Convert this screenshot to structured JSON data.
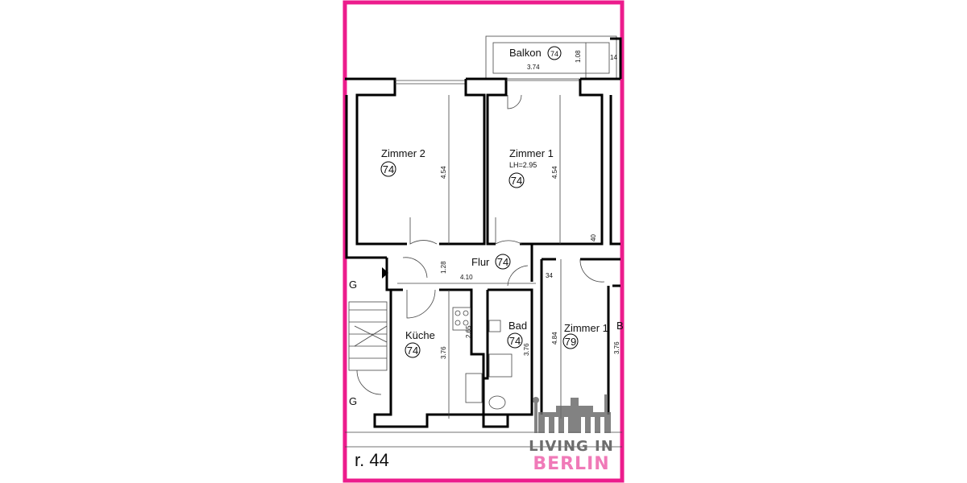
{
  "frame_color": "#ec1c8c",
  "rooms": [
    {
      "name": "Balkon",
      "number": "74",
      "width": "3.74",
      "depth": "1.08"
    },
    {
      "name": "Zimmer 2",
      "number": "74",
      "depth": "4.54"
    },
    {
      "name": "Zimmer 1",
      "number": "74",
      "ceiling_height": "LH=2.95",
      "depth": "4.54"
    },
    {
      "name": "Flur",
      "number": "74",
      "width": "4.10",
      "depth": "1.28"
    },
    {
      "name": "Küche",
      "number": "74",
      "depth": "3.76",
      "sub_depth": "2.65"
    },
    {
      "name": "Bad",
      "number": "74",
      "depth": "3.76"
    },
    {
      "name": "Zimmer 1",
      "number": "79",
      "depth": "4.84"
    }
  ],
  "small_dims": {
    "balkon_side": "14",
    "zimmer1_corner": "40",
    "zimmer79_corner": "34"
  },
  "stair_labels": [
    "G",
    "G"
  ],
  "partial_labels": {
    "right_room_depth": "3.76",
    "right_room_letter": "B"
  },
  "building_label": "r. 44",
  "logo": {
    "line1": "LIVING IN",
    "line2": "BERLIN",
    "line1_color": "#6d6d6d",
    "line2_color": "#f07ab8"
  }
}
